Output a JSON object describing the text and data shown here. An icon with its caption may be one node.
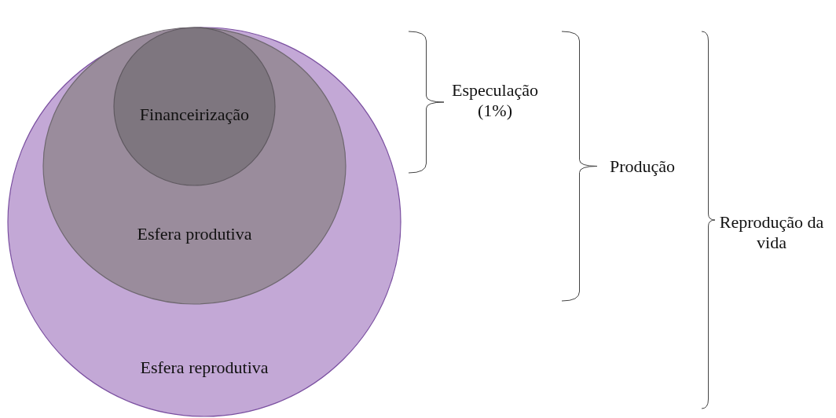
{
  "diagram": {
    "nodes": [
      {
        "text": [
          "Esfera reprodutiva"
        ]
      },
      {
        "text": [
          "Esfera produtiva"
        ],
        "in": 0
      },
      {
        "text": [
          "Financeirização"
        ],
        "in": 1
      }
    ],
    "labels": [
      "Especulação (1%)",
      "Produção",
      "Reprodução da vida"
    ]
  }
}
